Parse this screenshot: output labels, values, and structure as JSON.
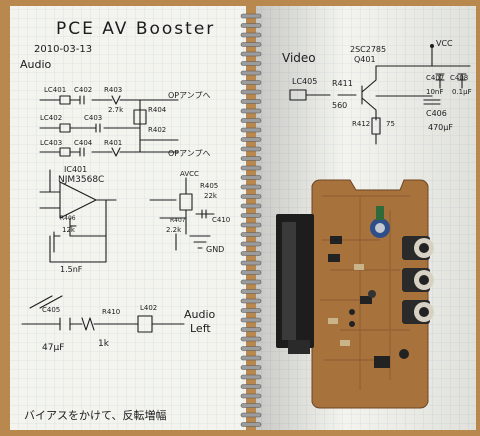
{
  "notebook": {
    "title": "PCE AV Booster",
    "date": "2010-03-13",
    "audio_heading": "Audio",
    "video_heading": "Video",
    "footer_note": "バイアスをかけて、反転増幅"
  },
  "audio_schematic": {
    "labels": [
      "LC401",
      "C402",
      "R403",
      "2.7k",
      "R404",
      "OPアンプへ",
      "LC402",
      "C403",
      "R402",
      "LC403",
      "C404",
      "R401",
      "OPアンプへ"
    ],
    "opamp_labels": [
      "IC401",
      "NJM3568C",
      "R406",
      "12k",
      "1.5nF"
    ],
    "bias_labels": [
      "AVCC",
      "R405",
      "22k",
      "R407",
      "2.2k",
      "C410",
      "GND"
    ],
    "output_labels": [
      "C405",
      "R410",
      "L402",
      "Audio",
      "Left",
      "47μF",
      "1k"
    ]
  },
  "video_schematic": {
    "labels": [
      "2SC2785",
      "Q401",
      "VCC",
      "LC405",
      "R411",
      "560",
      "C407",
      "10nF",
      "C408",
      "0.1μF",
      "C406",
      "470μF",
      "R412",
      "75"
    ]
  },
  "colors": {
    "table": "#b9884f",
    "paper": "#f4f4ef",
    "grid": "#c9d5dc",
    "ink": "#1c1c1c",
    "pcb": "#a8723d",
    "pcb_dark": "#7a4f28"
  }
}
